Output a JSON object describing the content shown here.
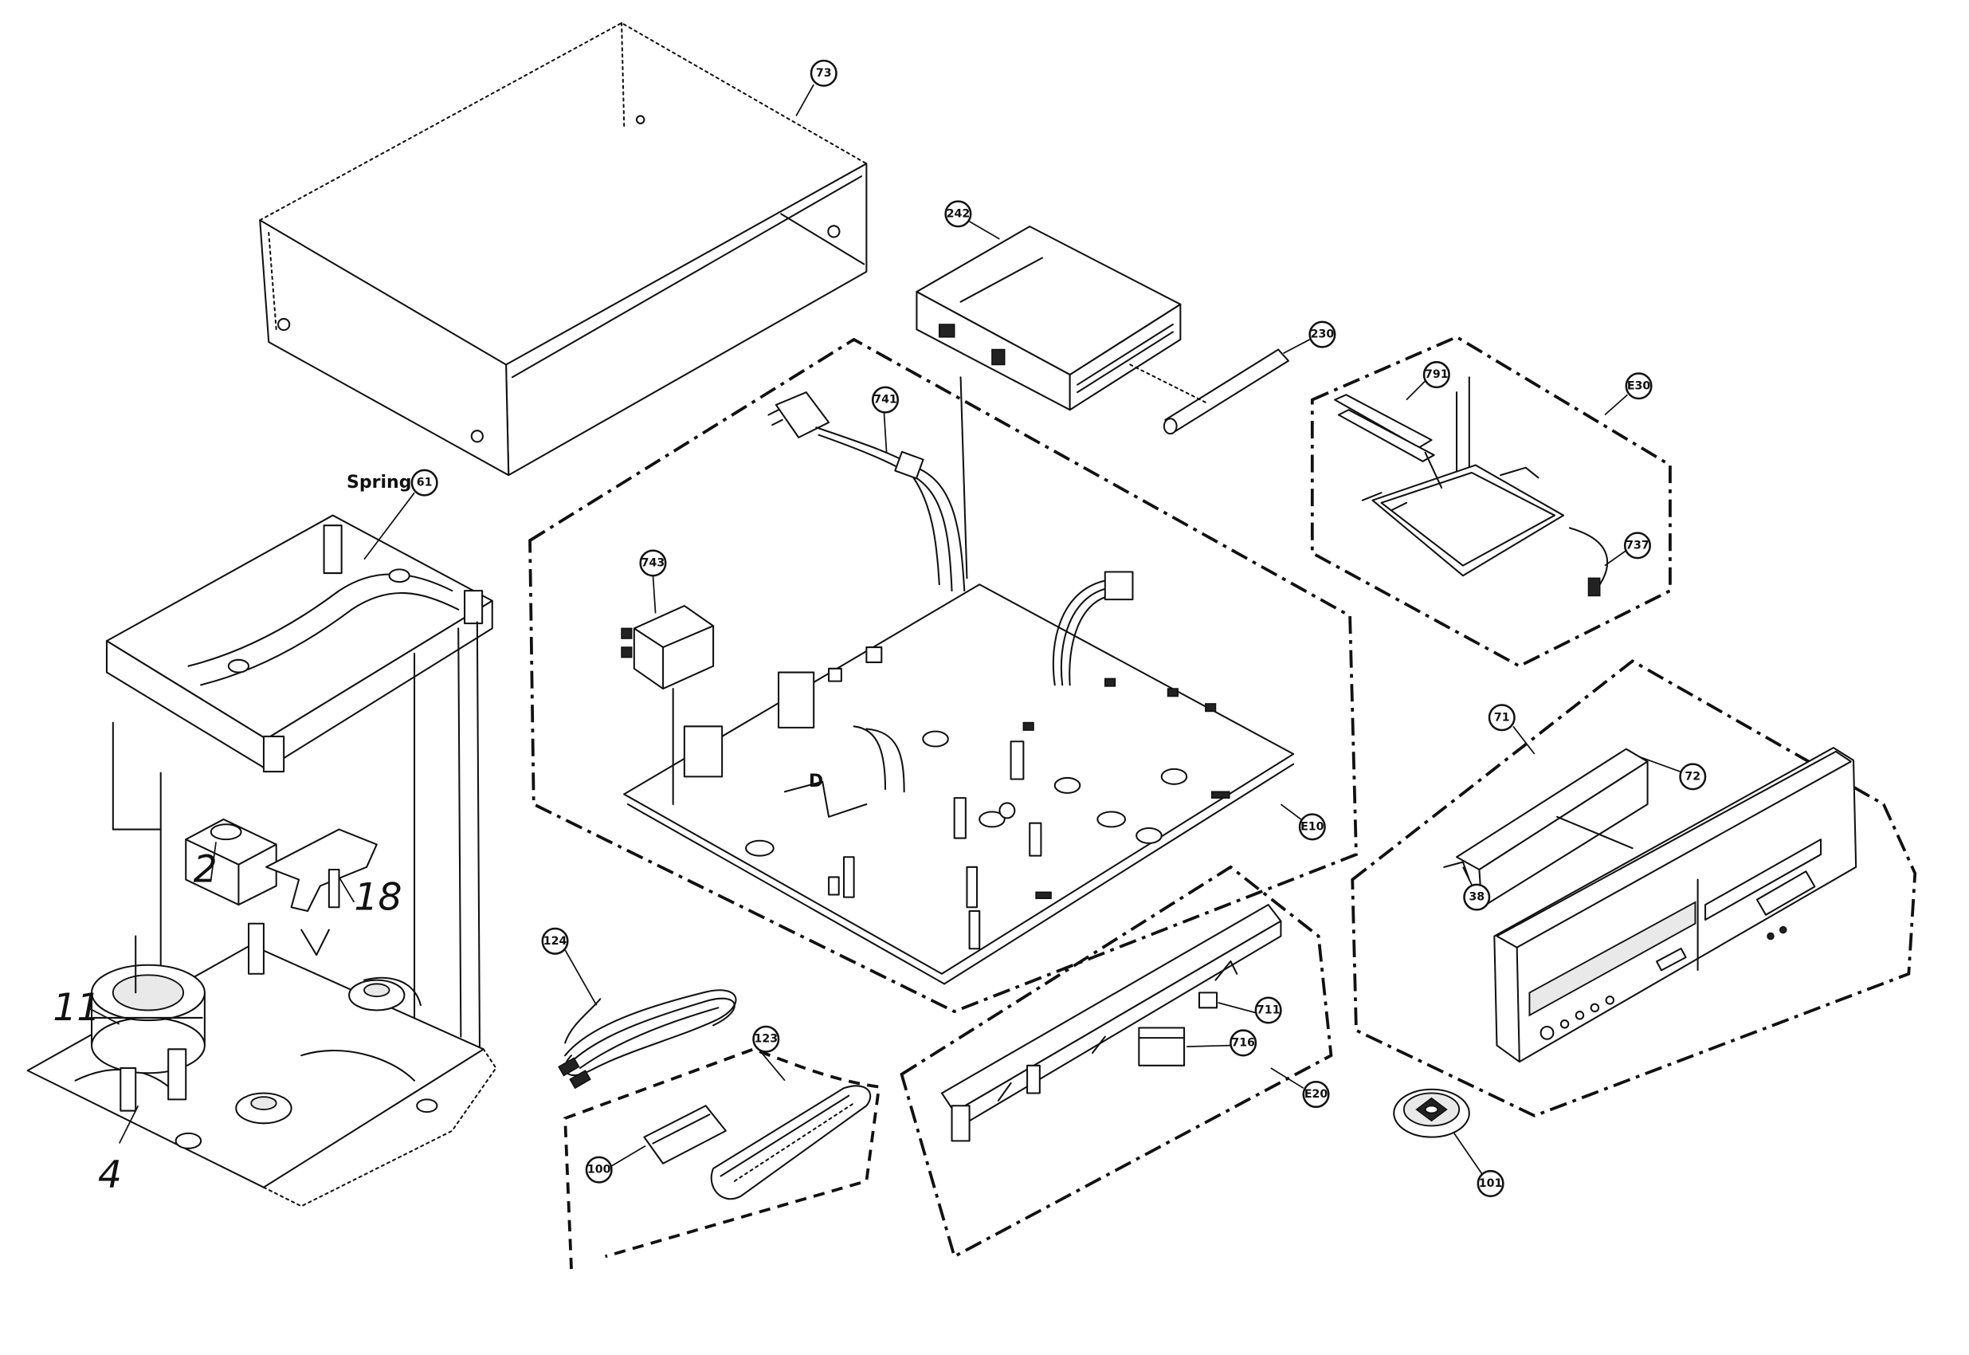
{
  "labels": {
    "c73": "73",
    "c242": "242",
    "c230": "230",
    "c791": "791",
    "cE30": "E30",
    "c737": "737",
    "c741": "741",
    "c743": "743",
    "spring": "Spring",
    "c61": "61",
    "h2": "2",
    "h18": "18",
    "h11": "11",
    "h4": "4",
    "d": "D",
    "cE10": "E10",
    "c71": "71",
    "c72": "72",
    "c38": "38",
    "c124": "124",
    "c123": "123",
    "c100": "100",
    "c711": "711",
    "c716": "716",
    "cE20": "E20",
    "c101": "101"
  }
}
